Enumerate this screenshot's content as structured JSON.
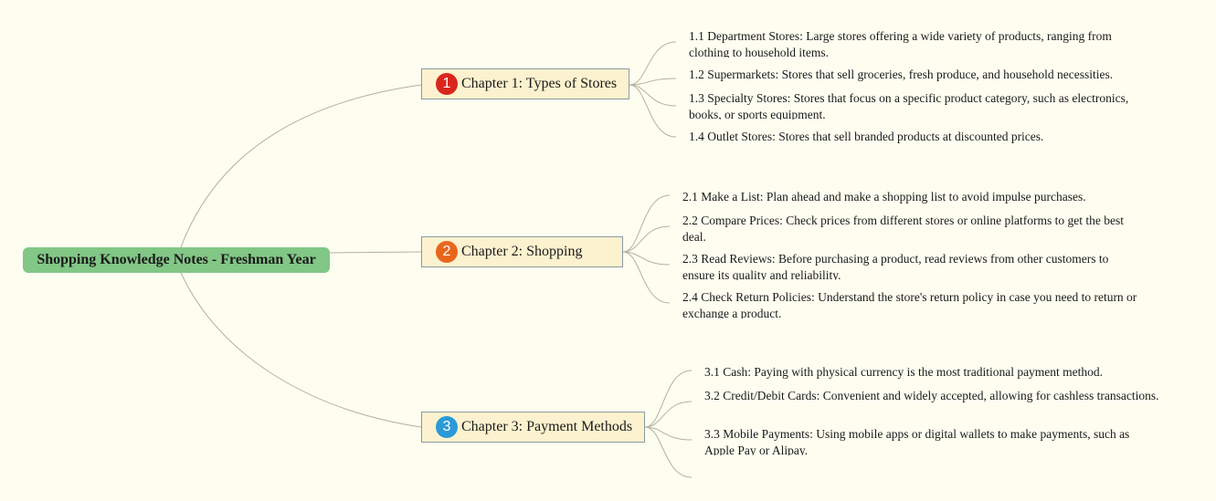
{
  "root": {
    "title": "Shopping Knowledge Notes - Freshman Year"
  },
  "chapters": [
    {
      "number": "1",
      "badge_color": "#d9261c",
      "title": "Chapter 1: Types of Stores",
      "items": [
        "1.1 Department Stores: Large stores offering a wide variety of products, ranging from clothing to household items.",
        "1.2 Supermarkets: Stores that sell groceries, fresh produce, and household necessities.",
        "1.3 Specialty Stores: Stores that focus on a specific product category, such as electronics, books, or sports equipment.",
        "1.4 Outlet Stores: Stores that sell branded products at discounted prices."
      ]
    },
    {
      "number": "2",
      "badge_color": "#e8661c",
      "title": "Chapter 2: Shopping",
      "items": [
        "2.1 Make a List: Plan ahead and make a shopping list to avoid impulse purchases.",
        "2.2 Compare Prices: Check prices from different stores or online platforms to get the best deal.",
        "2.3 Read Reviews: Before purchasing a product, read reviews from other customers to ensure its quality and reliability.",
        "2.4 Check Return Policies: Understand the store's return policy in case you need to return or exchange a product."
      ]
    },
    {
      "number": "3",
      "badge_color": "#2b9ad6",
      "title": "Chapter 3: Payment Methods",
      "items": [
        "3.1 Cash: Paying with physical currency is the most traditional payment method.",
        "3.2 Credit/Debit Cards: Convenient and widely accepted, allowing for cashless transactions.",
        "3.3 Mobile Payments: Using mobile apps or digital wallets to make payments, such as Apple Pay or Alipay.",
        ""
      ]
    }
  ]
}
